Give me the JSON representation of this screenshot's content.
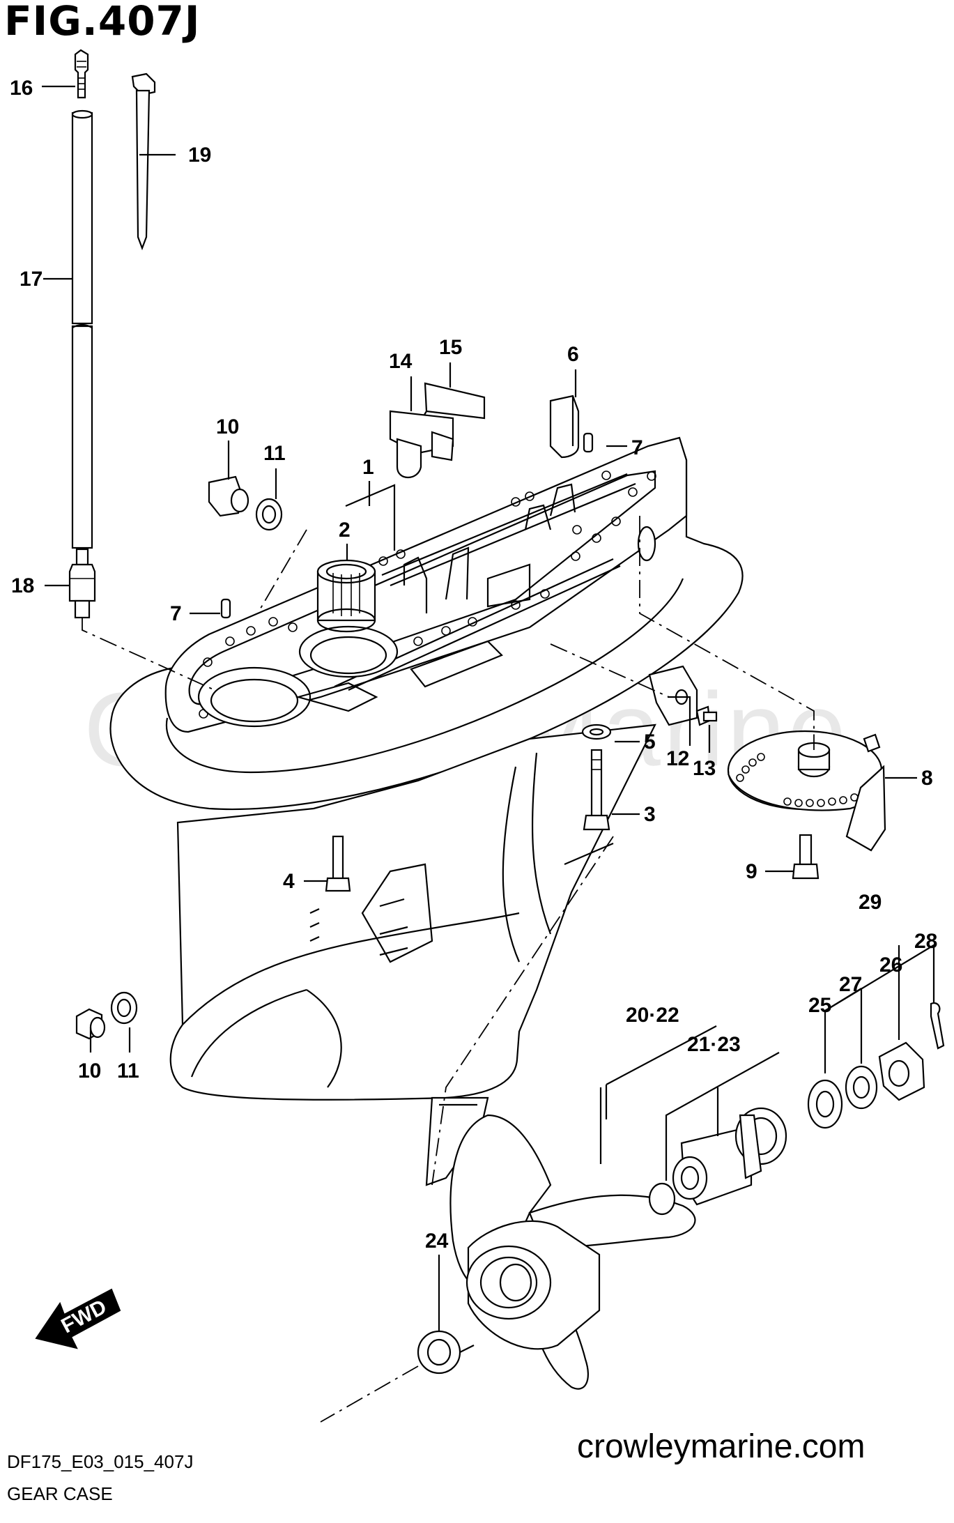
{
  "figure": {
    "title": "FIG.407J",
    "code": "DF175_E03_015_407J",
    "name": "GEAR CASE",
    "watermark": "Crowley Marine",
    "site": "crowleymarine.com",
    "direction_badge": "FWD"
  },
  "callouts": [
    {
      "id": "c1",
      "text": "1"
    },
    {
      "id": "c2",
      "text": "2"
    },
    {
      "id": "c3",
      "text": "3"
    },
    {
      "id": "c4",
      "text": "4"
    },
    {
      "id": "c5",
      "text": "5"
    },
    {
      "id": "c6",
      "text": "6"
    },
    {
      "id": "c7a",
      "text": "7"
    },
    {
      "id": "c7b",
      "text": "7"
    },
    {
      "id": "c8",
      "text": "8"
    },
    {
      "id": "c9",
      "text": "9"
    },
    {
      "id": "c10a",
      "text": "10"
    },
    {
      "id": "c10b",
      "text": "10"
    },
    {
      "id": "c11a",
      "text": "11"
    },
    {
      "id": "c11b",
      "text": "11"
    },
    {
      "id": "c12",
      "text": "12"
    },
    {
      "id": "c13",
      "text": "13"
    },
    {
      "id": "c14",
      "text": "14"
    },
    {
      "id": "c15",
      "text": "15"
    },
    {
      "id": "c16",
      "text": "16"
    },
    {
      "id": "c17",
      "text": "17"
    },
    {
      "id": "c18",
      "text": "18"
    },
    {
      "id": "c19",
      "text": "19"
    },
    {
      "id": "c2022",
      "text": "20·22"
    },
    {
      "id": "c2123",
      "text": "21·23"
    },
    {
      "id": "c24",
      "text": "24"
    },
    {
      "id": "c25",
      "text": "25"
    },
    {
      "id": "c26",
      "text": "26"
    },
    {
      "id": "c27",
      "text": "27"
    },
    {
      "id": "c28",
      "text": "28"
    },
    {
      "id": "c29",
      "text": "29"
    }
  ]
}
